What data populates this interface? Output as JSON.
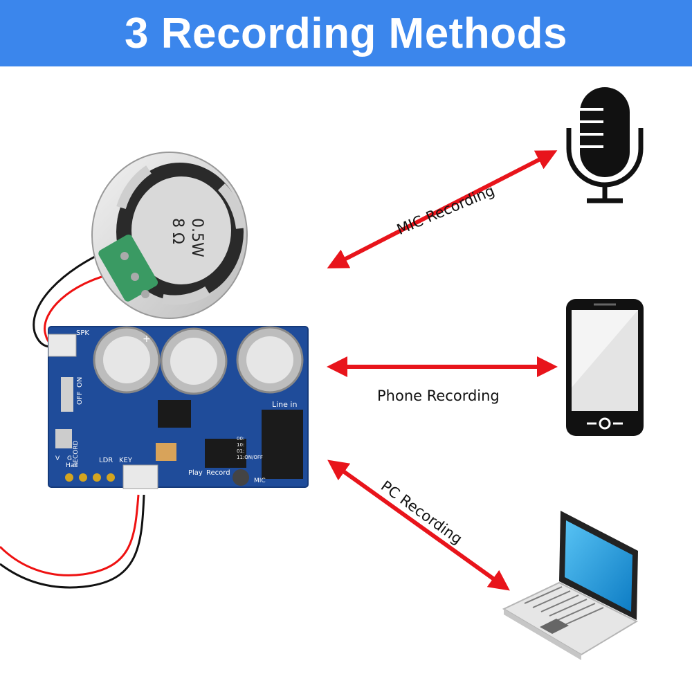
{
  "header": {
    "title": "3 Recording Methods"
  },
  "methods": [
    {
      "label": "MIC Recording",
      "icon": "microphone-icon"
    },
    {
      "label": "Phone Recording",
      "icon": "smartphone-icon"
    },
    {
      "label": "PC Recording",
      "icon": "laptop-icon"
    }
  ],
  "speaker": {
    "line1": "0.5W",
    "line2": "8 Ω"
  },
  "board": {
    "spk": "SPK",
    "on": "ON",
    "off": "OFF",
    "record_side": "RECORD",
    "line_in": "Line in",
    "play": "Play",
    "record": "Record",
    "mic": "MIC",
    "key": "KEY",
    "ldr": "LDR",
    "hall": "Hall",
    "g": "G",
    "v": "V",
    "plus": "+",
    "mode_00": "00:",
    "mode_10": "10:",
    "mode_01": "01:",
    "mode_11": "11:ON/OFF"
  },
  "colors": {
    "banner": "#3b86ec",
    "arrow": "#e8141b",
    "pcb": "#1f4c9a"
  }
}
